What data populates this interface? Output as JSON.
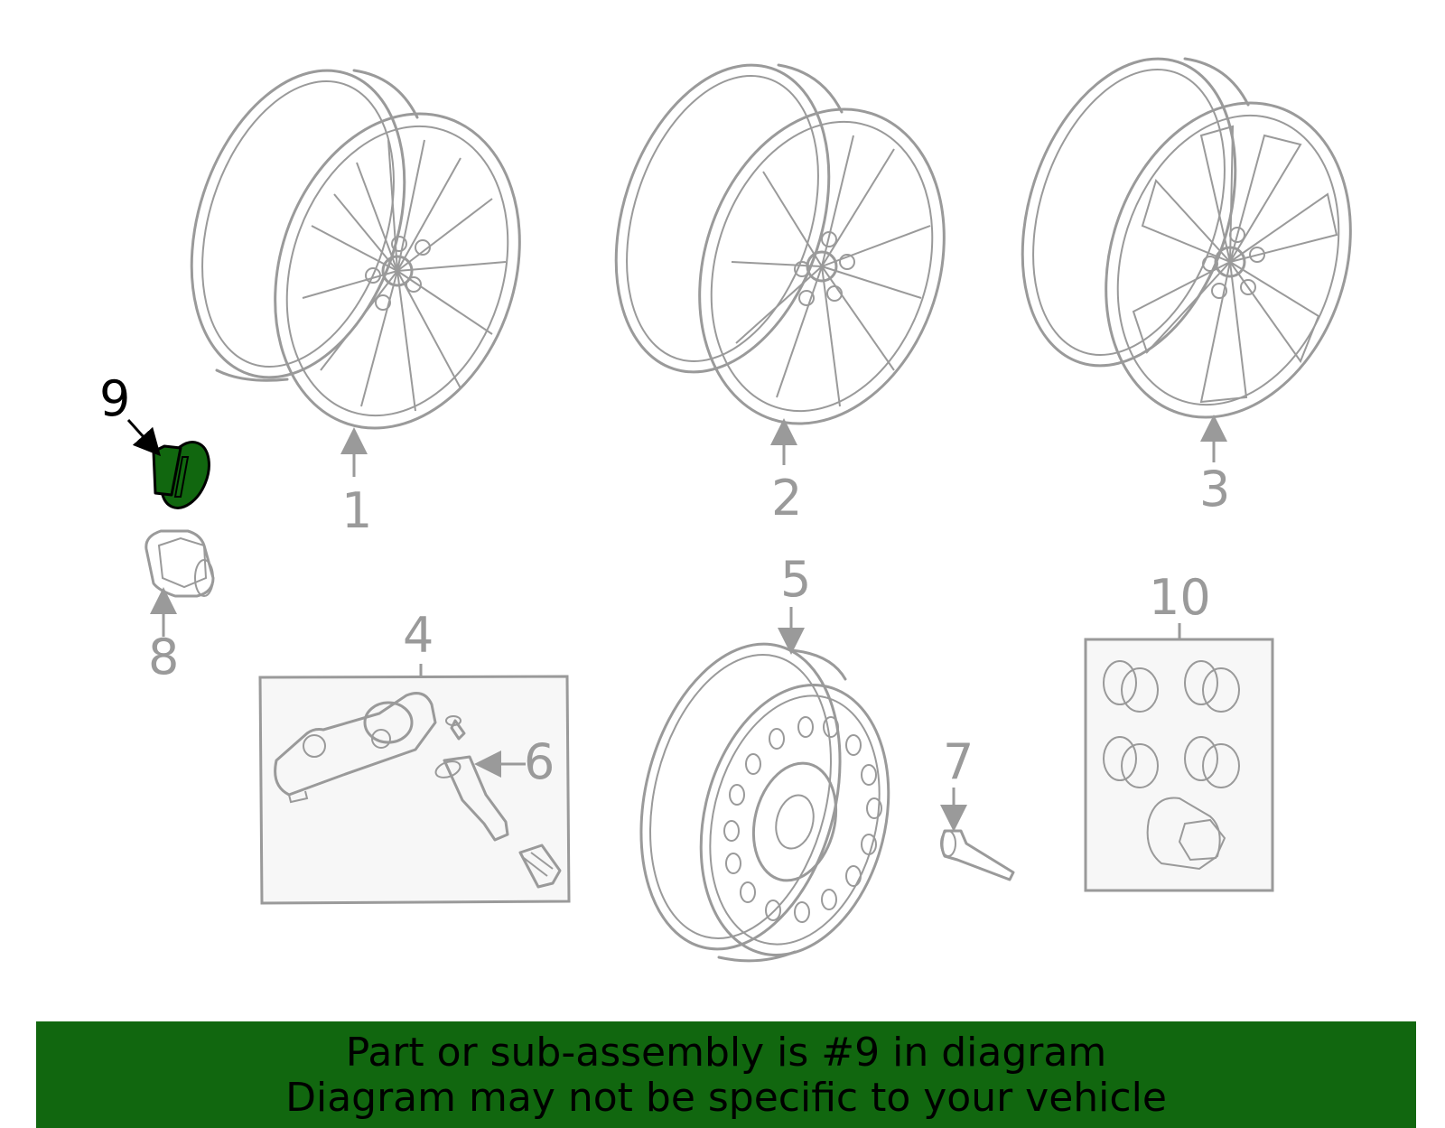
{
  "callouts": [
    {
      "id": "1",
      "text": "1"
    },
    {
      "id": "2",
      "text": "2"
    },
    {
      "id": "3",
      "text": "3"
    },
    {
      "id": "4",
      "text": "4"
    },
    {
      "id": "5",
      "text": "5"
    },
    {
      "id": "6",
      "text": "6"
    },
    {
      "id": "7",
      "text": "7"
    },
    {
      "id": "8",
      "text": "8"
    },
    {
      "id": "9",
      "text": "9"
    },
    {
      "id": "10",
      "text": "10"
    }
  ],
  "selected_part": "9",
  "highlight_color": "#11670f",
  "line_color": "#9a9a9a",
  "banner": {
    "line1": "Part or sub-assembly is #9 in diagram",
    "line2": "Diagram may not be specific to your vehicle"
  }
}
